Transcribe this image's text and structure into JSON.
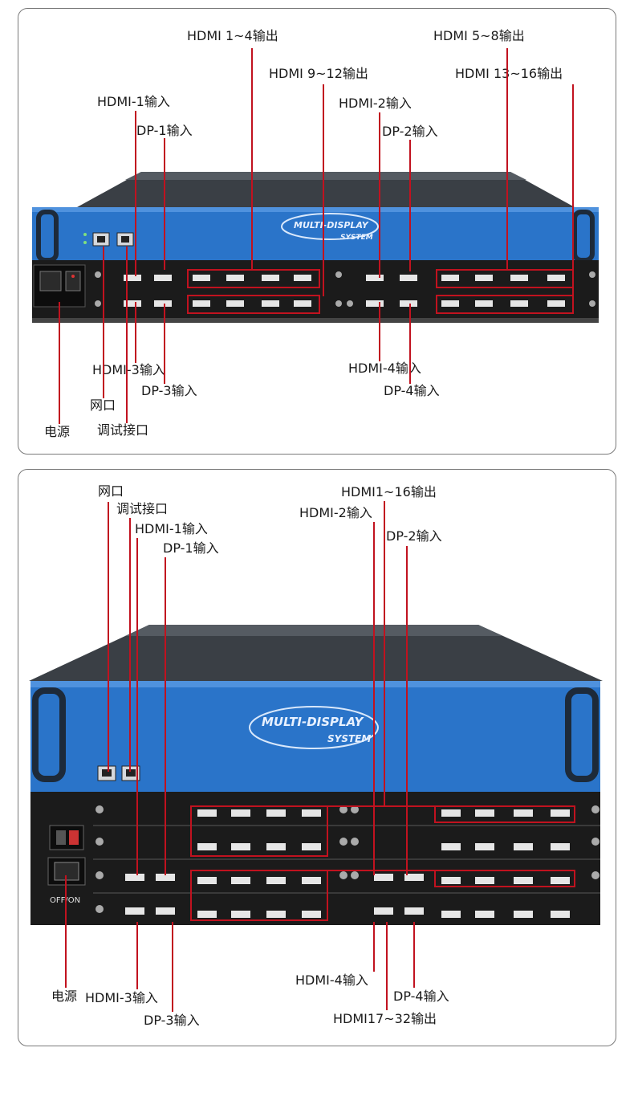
{
  "panel1": {
    "device": {
      "logo_line1": "MULTI-DISPLAY",
      "logo_line2": "SYSTEM"
    },
    "callouts": {
      "hdmi_1_4_out": "HDMI 1~4输出",
      "hdmi_5_8_out": "HDMI 5~8输出",
      "hdmi_9_12_out": "HDMI 9~12输出",
      "hdmi_13_16_out": "HDMI 13~16输出",
      "hdmi1_in": "HDMI-1输入",
      "dp1_in": "DP-1输入",
      "hdmi2_in": "HDMI-2输入",
      "dp2_in": "DP-2输入",
      "hdmi3_in": "HDMI-3输入",
      "dp3_in": "DP-3输入",
      "hdmi4_in": "HDMI-4输入",
      "dp4_in": "DP-4输入",
      "net_port": "网口",
      "debug_port": "调试接口",
      "power": "电源"
    }
  },
  "panel2": {
    "device": {
      "logo_line1": "MULTI-DISPLAY",
      "logo_line2": "SYSTEM",
      "switch_label": "OFF/ON"
    },
    "callouts": {
      "net_port": "网口",
      "debug_port": "调试接口",
      "hdmi1_in": "HDMI-1输入",
      "dp1_in": "DP-1输入",
      "hdmi_1_16_out": "HDMI1~16输出",
      "hdmi2_in": "HDMI-2输入",
      "dp2_in": "DP-2输入",
      "power": "电源",
      "hdmi3_in": "HDMI-3输入",
      "dp3_in": "DP-3输入",
      "hdmi4_in": "HDMI-4输入",
      "dp4_in": "DP-4输入",
      "hdmi_17_32_out": "HDMI17~32输出"
    }
  },
  "colors": {
    "callout_line": "#c1121f",
    "device_blue": "#2a74c9",
    "device_blue_dark": "#1e5aa8",
    "chassis_black": "#1b1b1b"
  }
}
